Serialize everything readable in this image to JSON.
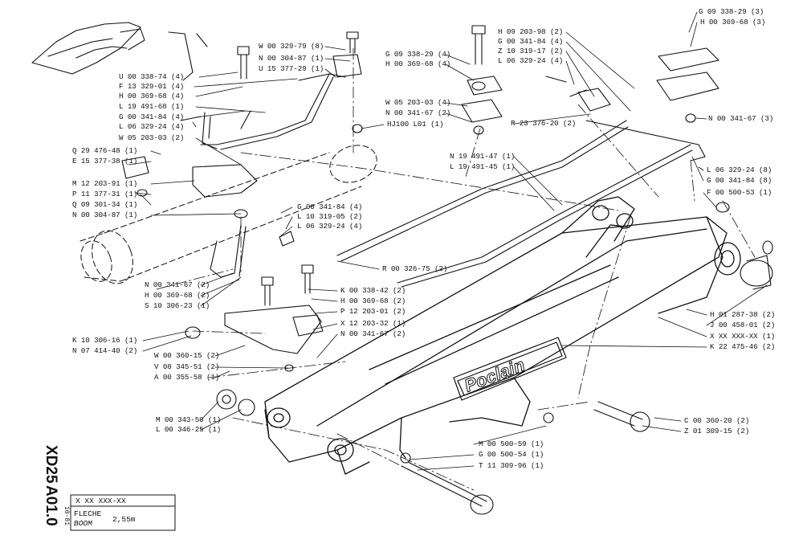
{
  "document": {
    "model_code": "XD25",
    "sheet_code": "A01.0",
    "date": "10-81",
    "serial_range": "X XX XXX-XX",
    "title_fr": "FLECHE",
    "title_en": "BOOM",
    "length": "2,55m",
    "brand": "Poclain"
  },
  "part_labels": [
    "U 00 338-74 (4)",
    "F 13 329-01 (4)",
    "H 00 369-68 (4)",
    "L 19 491-68 (1)",
    "G 00 341-84 (4)",
    "L 06 329-24 (4)",
    "W 05 203-03 (2)",
    "Q 29 476-48 (1)",
    "E 15 377-38 (1)",
    "M 12 203-91 (1)",
    "P 11 377-31 (1)",
    "Q 09 301-34 (1)",
    "N 00 304-87 (1)",
    "W 00 329-79 (8)",
    "N 00 304-87 (1)",
    "U 15 377-29 (1)",
    "G 09 338-29 (4)",
    "H 00 369-68 (4)",
    "W 05 203-03 (4)",
    "N 00 341-67 (2)",
    "HJ100 L01 (1)",
    "H 09 203-98 (2)",
    "G 00 341-84 (4)",
    "Z 10 319-17 (2)",
    "L 06 329-24 (4)",
    "R 23 376-20 (2)",
    "G 09 338-29 (3)",
    "H 00 369-68 (3)",
    "N 00 341-67 (3)",
    "N 19 491-47 (1)",
    "L 19 491-45 (1)",
    "L 06 329-24 (8)",
    "G 00 341-84 (8)",
    "F 00 500-53 (1)",
    "G 00 341-84 (4)",
    "L 10 319-05 (2)",
    "L 06 329-24 (4)",
    "R 00 326-75 (2)",
    "K 00 338-42 (2)",
    "H 00 369-68 (2)",
    "P 12 203-01 (2)",
    "X 12 203-32 (1)",
    "N 00 341-67 (2)",
    "N 00 341-67 (2)",
    "H 00 369-68 (2)",
    "S 10 306-23 (1)",
    "K 10 306-16 (1)",
    "N 07 414-40 (2)",
    "W 00 360-15 (2)",
    "V 08 345-51 (2)",
    "A 00 355-58 (1)",
    "M 00 343-50 (1)",
    "L 00 346-25 (1)",
    "H 01 287-38 (2)",
    "J 00 458-01 (2)",
    "X XX XXX-XX (1)",
    "K 22 475-46 (2)",
    "C 00 360-20 (2)",
    "Z 01 309-15 (2)",
    "M 00 500-59 (1)",
    "G 00 500-54 (1)",
    "T 11 309-96 (1)"
  ]
}
